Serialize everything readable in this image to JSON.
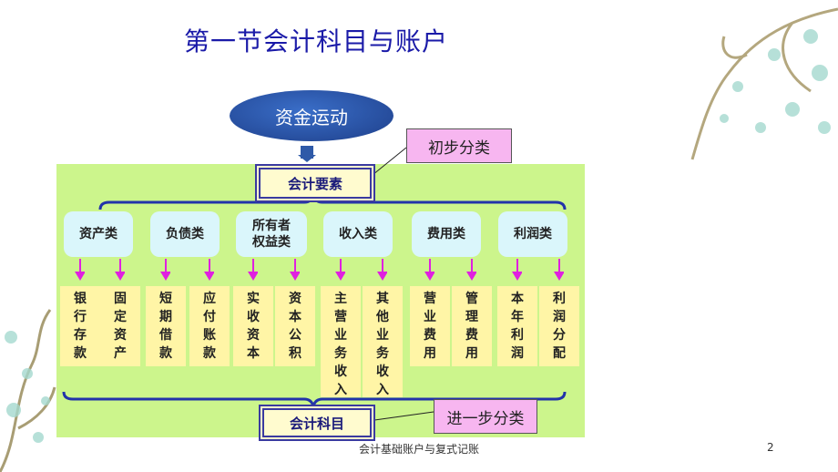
{
  "title": "第一节会计科目与账户",
  "root": "资金运动",
  "callout_top": "初步分类",
  "callout_bottom": "进一步分类",
  "elements_label": "会计要素",
  "accounts_label": "会计科目",
  "categories": [
    {
      "label": "资产类",
      "children": [
        "银行存款",
        "固定资产"
      ]
    },
    {
      "label": "负债类",
      "children": [
        "短期借款",
        "应付账款"
      ]
    },
    {
      "label": "所有者\n权益类",
      "children": [
        "实收资本",
        "资本公积"
      ]
    },
    {
      "label": "收入类",
      "children": [
        "主营业务收入",
        "其他业务收入"
      ]
    },
    {
      "label": "费用类",
      "children": [
        "营业费用",
        "管理费用"
      ]
    },
    {
      "label": "利润类",
      "children": [
        "本年利润",
        "利润分配"
      ]
    }
  ],
  "footer": "会计基础账户与复式记账",
  "page_number": "2",
  "colors": {
    "title": "#1a1aa8",
    "panel": "#ccf58c",
    "ellipse": "#2a56b0",
    "callout": "#f7b6f0",
    "arrow": "#e020e0",
    "leaf": "#fff5a6",
    "category": "#daf6fb",
    "frame": "#3a3aa0"
  }
}
